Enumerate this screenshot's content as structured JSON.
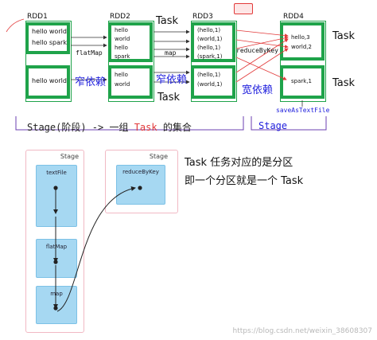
{
  "top": {
    "rdds": [
      {
        "label": "RDD1",
        "partitions": [
          [
            "hello world",
            "hello spark"
          ],
          [
            "hello world"
          ]
        ]
      },
      {
        "label": "RDD2",
        "partitions": [
          [
            "hello",
            "world",
            "hello",
            "spark"
          ],
          [
            "hello",
            "world"
          ]
        ]
      },
      {
        "label": "RDD3",
        "partitions": [
          [
            "(hello,1)",
            "(world,1)",
            "(hello,1)",
            "(spark,1)"
          ],
          [
            "(hello,1)",
            "(world,1)"
          ]
        ]
      },
      {
        "label": "RDD4",
        "partitions": [
          [
            "hello,3",
            "world,2"
          ],
          [
            "spark,1"
          ]
        ]
      }
    ],
    "operators": {
      "flatmap": "flatMap",
      "map": "map",
      "reducebykey": "reduceByKey",
      "save": "saveAsTextFile"
    },
    "task_labels": [
      "Task",
      "Task",
      "Task",
      "Task"
    ],
    "dependency": {
      "narrow1": "窄依赖",
      "narrow2": "窄依赖",
      "wide": "宽依赖"
    },
    "stage_caption": {
      "prefix": "Stage(阶段) -> 一组 ",
      "task": "Task",
      "suffix": " 的集合"
    },
    "stage_label": "Stage"
  },
  "bottom": {
    "stage1": {
      "title": "Stage",
      "nodes": [
        "textFile",
        "flatMap",
        "map"
      ]
    },
    "stage2": {
      "title": "Stage",
      "nodes": [
        "reduceByKey"
      ]
    },
    "notes": [
      "Task 任务对应的是分区",
      "即一个分区就是一个 Task"
    ]
  },
  "watermark": "https://blog.csdn.net/weixin_38608307",
  "colors": {
    "green": "#1fa34a",
    "red": "#e23a3a",
    "purple": "#8b3fb5",
    "blue": "#2222dd",
    "node": "#a6d8f2"
  }
}
